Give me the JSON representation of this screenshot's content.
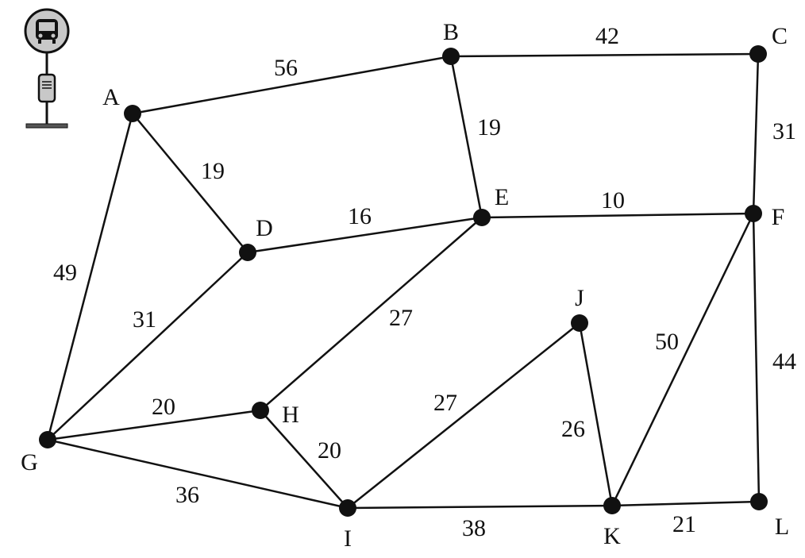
{
  "nodes": [
    "A",
    "B",
    "C",
    "D",
    "E",
    "F",
    "G",
    "H",
    "I",
    "J",
    "K",
    "L"
  ],
  "edges": [
    {
      "from": "A",
      "to": "B",
      "weight": "56"
    },
    {
      "from": "B",
      "to": "C",
      "weight": "42"
    },
    {
      "from": "A",
      "to": "D",
      "weight": "19"
    },
    {
      "from": "B",
      "to": "E",
      "weight": "19"
    },
    {
      "from": "C",
      "to": "F",
      "weight": "31"
    },
    {
      "from": "D",
      "to": "E",
      "weight": "16"
    },
    {
      "from": "E",
      "to": "F",
      "weight": "10"
    },
    {
      "from": "A",
      "to": "G",
      "weight": "49"
    },
    {
      "from": "D",
      "to": "G",
      "weight": "31"
    },
    {
      "from": "E",
      "to": "H",
      "weight": "27"
    },
    {
      "from": "G",
      "to": "H",
      "weight": "20"
    },
    {
      "from": "H",
      "to": "I",
      "weight": "20"
    },
    {
      "from": "G",
      "to": "I",
      "weight": "36"
    },
    {
      "from": "I",
      "to": "J",
      "weight": "27"
    },
    {
      "from": "J",
      "to": "K",
      "weight": "26"
    },
    {
      "from": "F",
      "to": "K",
      "weight": "50"
    },
    {
      "from": "F",
      "to": "L",
      "weight": "44"
    },
    {
      "from": "I",
      "to": "K",
      "weight": "38"
    },
    {
      "from": "K",
      "to": "L",
      "weight": "21"
    }
  ],
  "icon": "bus-stop-icon",
  "colors": {
    "line": "#111111",
    "icon_fill": "#c8c8c8"
  }
}
